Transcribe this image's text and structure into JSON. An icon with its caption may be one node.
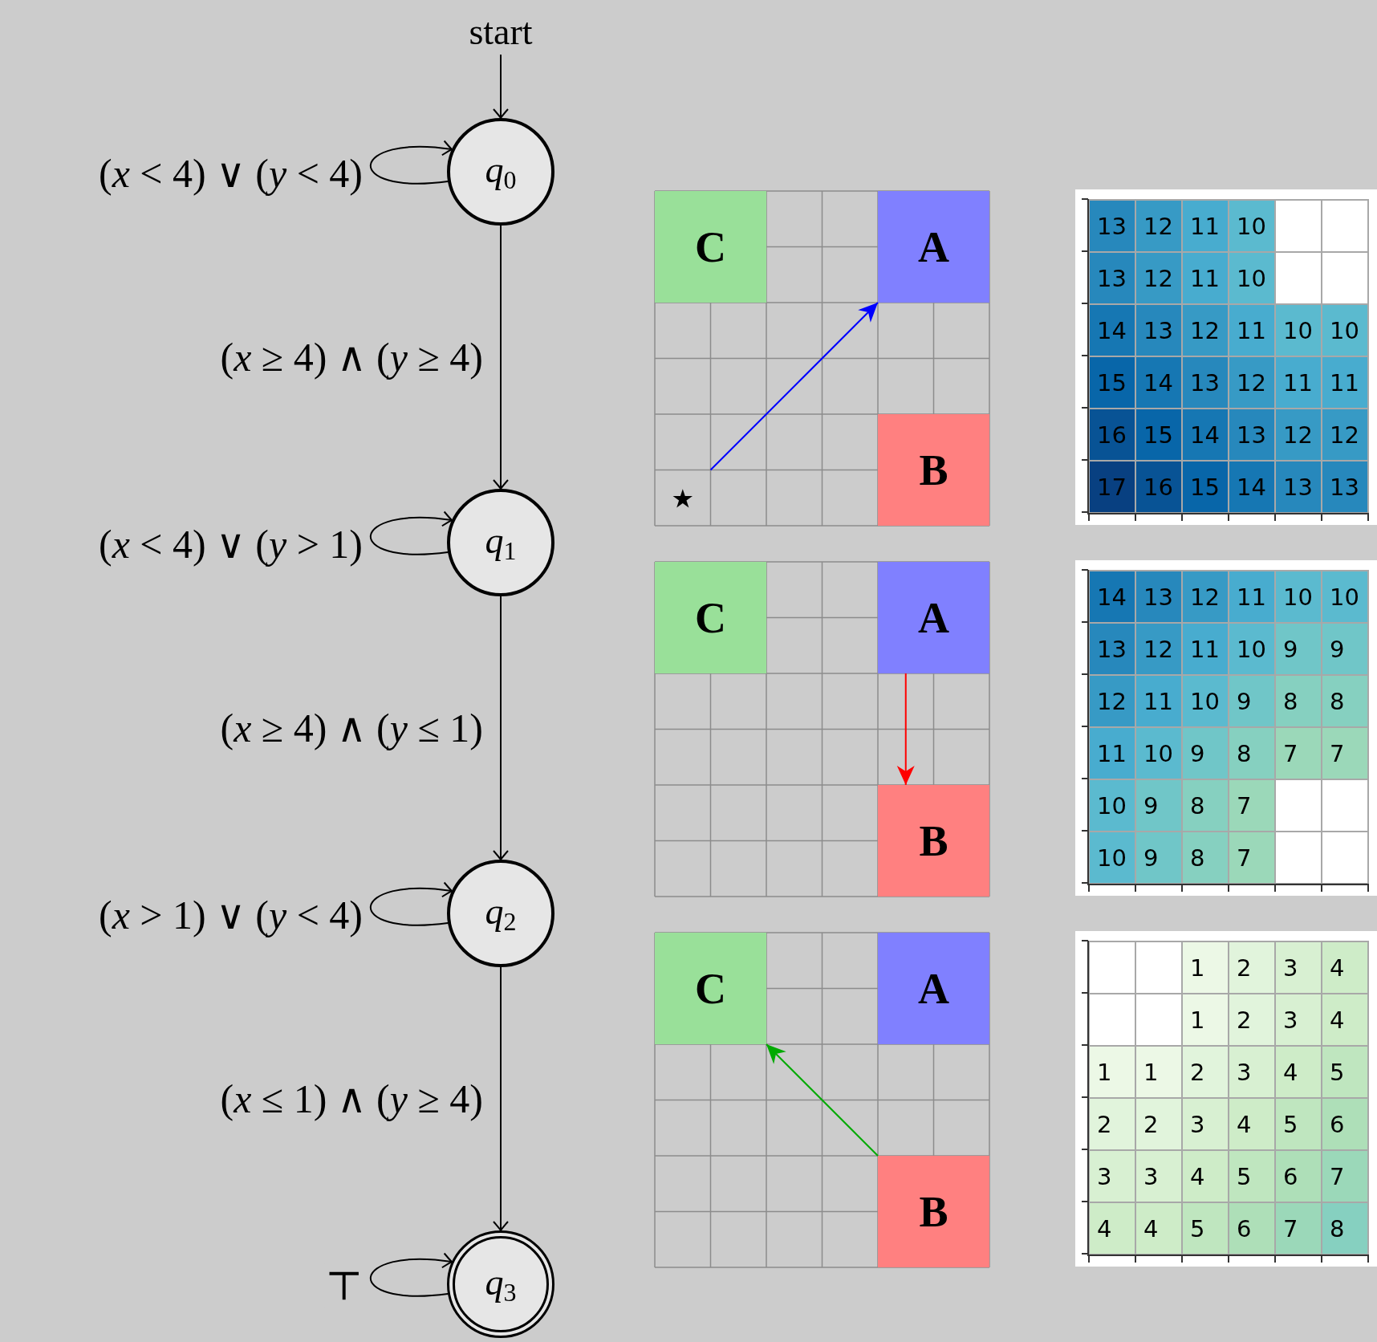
{
  "diagram": {
    "nodes": [
      {
        "text": [
          "start"
        ]
      },
      {
        "text": [
          "*q*$_{0}$"
        ]
      },
      {
        "text": [
          "*q*$_{1}$"
        ]
      },
      {
        "text": [
          "*q*$_{2}$"
        ]
      },
      {
        "text": [
          "*q*$_{3}$"
        ]
      },
      {
        "text": [
          "C"
        ]
      },
      {
        "text": [
          "A"
        ]
      },
      {
        "text": [
          "B"
        ]
      },
      {
        "text": [
          "C"
        ]
      },
      {
        "text": [
          "A"
        ]
      },
      {
        "text": [
          "B"
        ]
      },
      {
        "text": [
          "C"
        ]
      },
      {
        "text": [
          "A"
        ]
      },
      {
        "text": [
          "B"
        ]
      }
    ],
    "edges": [
      {
        "from": 0,
        "to": 1,
        "arrow": "to"
      },
      {
        "from": 1,
        "to": 1,
        "arrow": "to",
        "label": "(*x* < 4) ∨ (*y* < 4)"
      },
      {
        "from": 1,
        "to": 2,
        "arrow": "to",
        "label": "(*x* ≥ 4) ∧ (*y* ≥ 4)"
      },
      {
        "from": 2,
        "to": 2,
        "arrow": "to",
        "label": "(*x* < 4) ∨ (*y* > 1)"
      },
      {
        "from": 2,
        "to": 3,
        "arrow": "to",
        "label": "(*x* ≥ 4) ∧ (*y* ≤ 1)"
      },
      {
        "from": 3,
        "to": 3,
        "arrow": "to",
        "label": "(*x* > 1) ∨ (*y* < 4)"
      },
      {
        "from": 3,
        "to": 4,
        "arrow": "to",
        "label": "(*x* ≤ 1) ∧ (*y* ≥ 4)"
      },
      {
        "from": 4,
        "to": 4,
        "arrow": "to",
        "label": "⊤"
      },
      {
        "from": null,
        "to": 6,
        "arrow": "to",
        "color": "#0000ff"
      },
      {
        "from": 9,
        "to": 10,
        "arrow": "to",
        "color": "#ff0000"
      },
      {
        "from": 13,
        "to": 11,
        "arrow": "to",
        "color": "#00aa00"
      }
    ],
    "labels": [
      "⋆",
      "13",
      "12",
      "11",
      "10",
      "13",
      "12",
      "11",
      "10",
      "14",
      "13",
      "12",
      "11",
      "10",
      "10",
      "15",
      "14",
      "13",
      "12",
      "11",
      "11",
      "16",
      "15",
      "14",
      "13",
      "12",
      "12",
      "17",
      "16",
      "15",
      "14",
      "13",
      "13",
      "14",
      "13",
      "12",
      "11",
      "10",
      "10",
      "13",
      "12",
      "11",
      "10",
      "9",
      "9",
      "12",
      "11",
      "10",
      "9",
      "8",
      "8",
      "11",
      "10",
      "9",
      "8",
      "7",
      "7",
      "10",
      "9",
      "8",
      "7",
      "10",
      "9",
      "8",
      "7",
      "1",
      "2",
      "3",
      "4",
      "1",
      "2",
      "3",
      "4",
      "1",
      "1",
      "2",
      "3",
      "4",
      "5",
      "2",
      "2",
      "3",
      "4",
      "5",
      "6",
      "3",
      "3",
      "4",
      "5",
      "6",
      "7",
      "4",
      "4",
      "5",
      "6",
      "7",
      "8"
    ]
  }
}
